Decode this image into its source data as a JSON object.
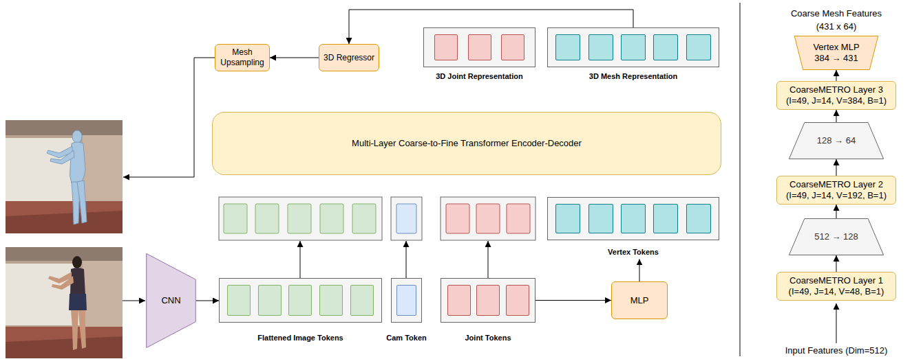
{
  "diagram": {
    "nodes": [
      {
        "text": [
          "Mesh Upsampling"
        ]
      },
      {
        "text": [
          "3D Regressor"
        ]
      },
      {
        "text": [
          "3D Joint Representation"
        ]
      },
      {
        "text": [
          "3D Mesh Representation"
        ]
      },
      {
        "text": [
          "Multi-Layer Coarse-to-Fine Transformer Encoder-Decoder"
        ]
      },
      {
        "text": [
          "Flattened Image Tokens"
        ]
      },
      {
        "text": [
          "Cam Token"
        ]
      },
      {
        "text": [
          "Joint Tokens"
        ]
      },
      {
        "text": [
          "CNN"
        ]
      },
      {
        "text": [
          "MLP"
        ]
      },
      {
        "text": [
          "Vertex Tokens"
        ]
      },
      {
        "text": [
          "Vertex MLP",
          "384 → 431"
        ]
      },
      {
        "text": [
          "CoarseMETRO Layer 3",
          "(I=49, J=14, V=384, B=1)"
        ]
      },
      {
        "text": [
          "128 → 64"
        ]
      },
      {
        "text": [
          "CoarseMETRO Layer 2",
          "(I=49, J=14, V=192, B=1)"
        ]
      },
      {
        "text": [
          "512 → 128"
        ]
      },
      {
        "text": [
          "CoarseMETRO Layer 1",
          "(I=49, J=14, V=48, B=1)"
        ]
      }
    ],
    "edges": [
      {
        "from": 3,
        "to": 1,
        "arrow": "to"
      },
      {
        "from": 1,
        "to": 0,
        "arrow": "to"
      },
      {
        "from": 8,
        "to": 5,
        "arrow": "to"
      },
      {
        "from": 7,
        "to": 9,
        "arrow": "to"
      },
      {
        "from": 9,
        "to": 10,
        "arrow": "to"
      },
      {
        "from": 16,
        "to": 15,
        "arrow": "to"
      },
      {
        "from": 15,
        "to": 14,
        "arrow": "to"
      },
      {
        "from": 14,
        "to": 13,
        "arrow": "to"
      },
      {
        "from": 13,
        "to": 12,
        "arrow": "to"
      },
      {
        "from": 12,
        "to": 11,
        "arrow": "to"
      }
    ],
    "labels": [
      "Coarse Mesh Features",
      "(431 x 64)",
      "Input Features (Dim=512)"
    ]
  }
}
